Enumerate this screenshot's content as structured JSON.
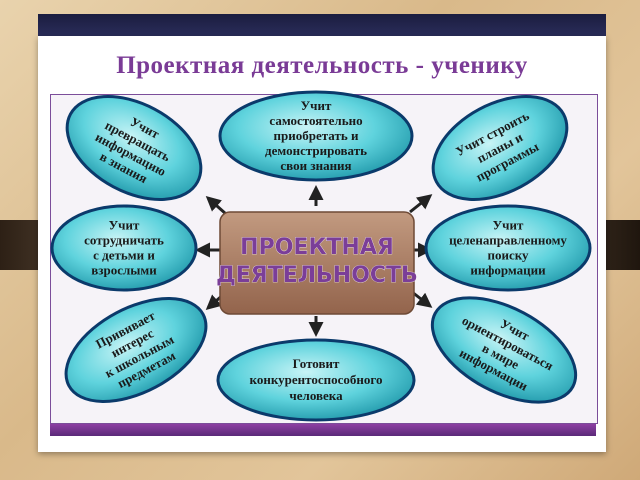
{
  "title": "Проектная деятельность - ученику",
  "center": {
    "lines": [
      "ПРОЕКТНАЯ",
      "ДЕЯТЕЛЬНОСТЬ"
    ]
  },
  "nodes": [
    {
      "id": "transform",
      "lines": [
        "Учит",
        "превращать",
        "информацию",
        "в знания"
      ]
    },
    {
      "id": "acquire",
      "lines": [
        "Учит",
        "самостоятельно",
        "приобретать и",
        "демонстрировать",
        "свои знания"
      ]
    },
    {
      "id": "plans",
      "lines": [
        "Учит строить",
        "планы и",
        "программы"
      ]
    },
    {
      "id": "cooperate",
      "lines": [
        "Учит",
        "сотрудничать",
        "с детьми и",
        "взрослыми"
      ]
    },
    {
      "id": "search",
      "lines": [
        "Учит",
        "целенаправленному",
        "поиску",
        "информации"
      ]
    },
    {
      "id": "interest",
      "lines": [
        "Прививает",
        "интерес",
        "к школьным",
        "предметам"
      ]
    },
    {
      "id": "competitive",
      "lines": [
        "Готовит",
        "конкурентоспособного",
        "человека"
      ]
    },
    {
      "id": "orient",
      "lines": [
        "Учит",
        "ориентироваться",
        "в мире",
        "информации"
      ]
    }
  ],
  "colors": {
    "oval_fill": "#5fd3dd",
    "oval_border": "#0b3a6b",
    "center_fill": "#a87a60",
    "title": "#7a3b96",
    "arrow": "#222222"
  }
}
